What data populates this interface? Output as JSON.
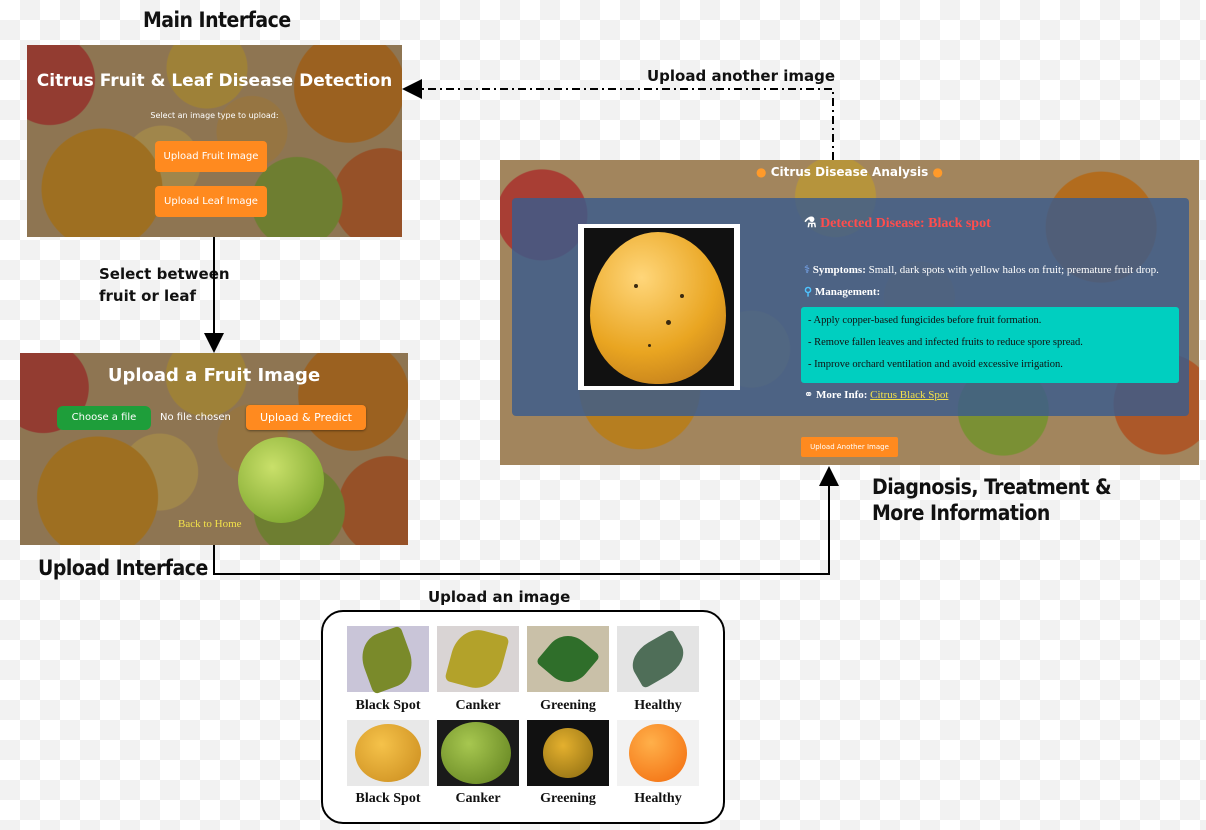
{
  "captions": {
    "main_interface": "Main Interface",
    "upload_interface": "Upload Interface",
    "diagnosis": [
      "Diagnosis, Treatment &",
      "More Information"
    ],
    "select_between": [
      "Select between",
      "fruit or leaf"
    ],
    "upload_another": "Upload another image",
    "upload_an_image": "Upload an image"
  },
  "main_screen": {
    "title": "Citrus Fruit & Leaf Disease Detection",
    "prompt": "Select an image type to upload:",
    "fruit_button": "Upload Fruit Image",
    "leaf_button": "Upload Leaf Image"
  },
  "upload_screen": {
    "title": "Upload a Fruit Image",
    "choose_button": "Choose a file",
    "file_status": "No file chosen",
    "predict_button": "Upload & Predict",
    "back_link": "Back to Home"
  },
  "diagnosis_screen": {
    "title": "Citrus Disease Analysis",
    "detected_label": "Detected Disease: Black spot",
    "symptoms_label": "Symptoms:",
    "symptoms_text": "Small, dark spots with yellow halos on fruit; premature fruit drop.",
    "management_label": "Management:",
    "management_items": [
      "- Apply copper-based fungicides before fruit formation.",
      "- Remove fallen leaves and infected fruits to reduce spore spread.",
      "- Improve orchard ventilation and avoid excessive irrigation."
    ],
    "more_info_label": "More Info:",
    "more_info_link": "Citrus Black Spot",
    "upload_another_button": "Upload Another Image"
  },
  "samples": {
    "leaf_labels": [
      "Black Spot",
      "Canker",
      "Greening",
      "Healthy"
    ],
    "fruit_labels": [
      "Black Spot",
      "Canker",
      "Greening",
      "Healthy"
    ]
  },
  "colors": {
    "accent_orange": "#ff8a1f",
    "disease_red": "#ff4d4d",
    "management_teal": "#00cfc0",
    "choose_green": "#1e9e3a"
  }
}
